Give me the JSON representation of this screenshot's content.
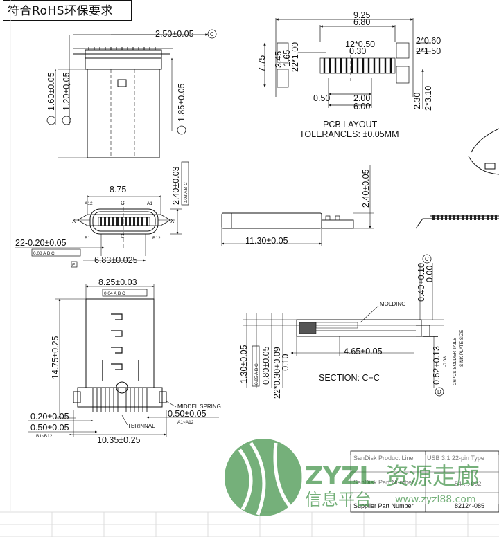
{
  "header_box": {
    "text": "符合RoHS环保要求"
  },
  "top_view": {
    "width_dim": "2.50±0.05",
    "datum_c": "C",
    "dim_a": "1.60±0.05",
    "dim_b": "1.20±0.05",
    "dim_c": "1.85±0.05"
  },
  "front_view": {
    "width": "8.75",
    "height": "2.40±0.03",
    "tol_frame": "0.03 A B C",
    "pitch": "22-0.20±0.05",
    "pitch_tol": "0.08 A B C",
    "pin_span": "6.83±0.025",
    "pin_a12": "A12",
    "pin_b1": "B1",
    "pin_a1": "A1",
    "pin_b12": "B12",
    "section_c": "C",
    "cut_x": "X",
    "datum_e": "E"
  },
  "plan_view": {
    "width": "8.25±0.03",
    "width_tol": "0.04 A B C",
    "length": "14.75±0.25",
    "gap_a": "0.20±0.05",
    "gap_b": "0.50±0.05",
    "pitch_a": "0.50±0.05",
    "overall": "10.35±0.25",
    "label_spring": "MIDDEL SPRING",
    "label_terminal": "TERINNAL",
    "label_a": "A1~A12",
    "label_b": "B1~B12"
  },
  "pcb_layout": {
    "w1": "9.25",
    "w2": "6.80",
    "w3": "12*0.50",
    "w4": "0.30",
    "h1": "7.75",
    "h2": "3.45",
    "h3": "1.65",
    "h4": "22*1.00",
    "r1": "2*0.60",
    "r2": "2*1.50",
    "b1": "0.50",
    "b2": "2.00",
    "b3": "6.00",
    "b4": "2.30",
    "b5": "2*3.10",
    "title_1": "PCB LAYOUT",
    "title_2": "TOLERANCES: ±0.05MM"
  },
  "side_view": {
    "length": "11.30±0.05",
    "height": "2.40±0.05"
  },
  "section": {
    "label_molding": "MOLDING",
    "gap": "0.40+0.10",
    "gap_lower": "0.00",
    "datum_c": "C",
    "inner": "4.65±0.05",
    "h1": "1.30±0.05",
    "h1_tol": "0.05 A B C",
    "h2": "0.80±0.05",
    "h3": "22*0.30+0.09",
    "h3_lower": "-0.10",
    "tails": "0.52+0.13",
    "tails_lower": "-0.08",
    "note1": "26PCS SOLDER TAILS",
    "note2": "SINK PLATE SIZE",
    "title": "SECTION: C−C",
    "datum_d": "D"
  },
  "title_block": {
    "r1_label": "SanDisk Product Line",
    "r1_value": "USB 3.1 22-pin Type",
    "r2_label": "SanDisk Part Number",
    "r2_value": "54-...-002",
    "r3_label": "Supplier Part Number",
    "r3_value": "82124-085"
  },
  "watermark": {
    "brand": "ZYZL",
    "cn_1": "资源走廊",
    "cn_2": "信息平台",
    "url": "www.zyzl88.com"
  }
}
